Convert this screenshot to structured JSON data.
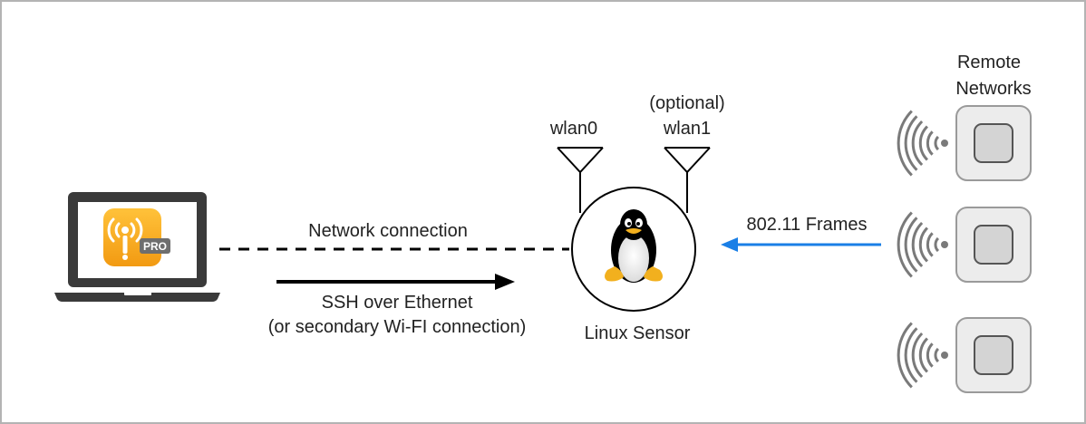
{
  "labels": {
    "remote_line1": "Remote",
    "remote_line2": "Networks",
    "optional": "(optional)",
    "wlan0": "wlan0",
    "wlan1": "wlan1",
    "network_connection": "Network connection",
    "frames": "802.11 Frames",
    "ssh_line1": "SSH over Ethernet",
    "ssh_line2": "(or secondary Wi-FI connection)",
    "sensor": "Linux Sensor"
  },
  "badge": {
    "text": "PRO"
  },
  "colors": {
    "frame_border": "#b3b3b3",
    "line": "#000000",
    "frames_arrow": "#1a7fe6",
    "laptop": "#3a3a3a",
    "app_icon": "#f5a81c",
    "badge_bg": "#6e6e6e",
    "access_point": "#ececec",
    "wifi_waves": "#7a7a7a"
  },
  "icons": {
    "laptop": "laptop-icon",
    "app": "wifi-explorer-app-icon",
    "sensor": "tux-penguin-icon",
    "antenna": "antenna-icon",
    "wifi": "wifi-signal-icon",
    "access_point": "access-point-icon"
  }
}
